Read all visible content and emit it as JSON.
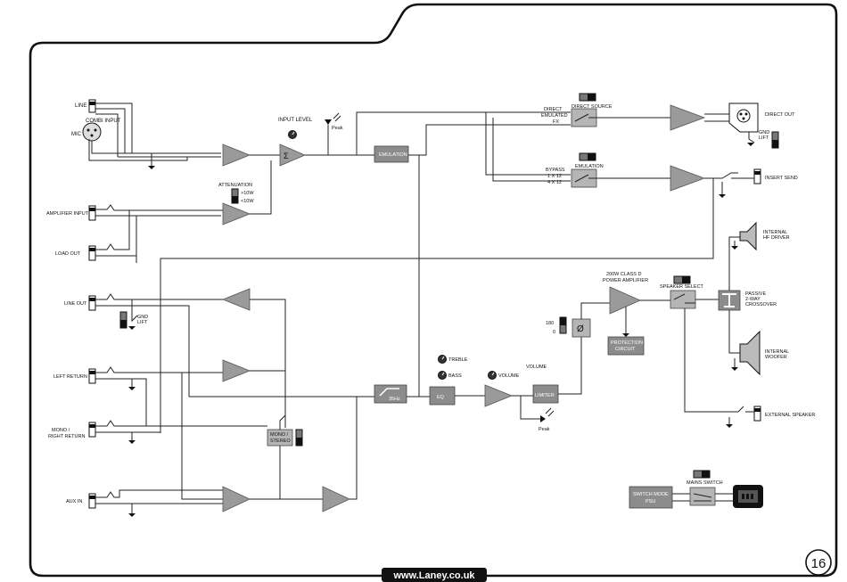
{
  "labels": {
    "line": "LINE",
    "combi_input": "COMBI INPUT",
    "mic": "MIC",
    "input_level": "INPUT LEVEL",
    "peak_top": "Peak",
    "sum": "Σ",
    "emulation_block": "EMULATION",
    "direct": "DIRECT",
    "emulated": "EMULATED",
    "fx": "FX",
    "direct_source": "DIRECT SOURCE",
    "direct_out": "DIRECT OUT",
    "gnd_lift": "GND\nLIFT",
    "bypass": "BYPASS",
    "1x12": "1 X 12",
    "4x12": "4 X 12",
    "emulation": "EMULATION",
    "insert_send": "INSERT SEND",
    "attenuation": "ATTENUATION",
    "att_high": ">10W",
    "att_low": "<10W",
    "amplifier_input": "AMPLIFIER INPUT",
    "load_out": "LOAD OUT",
    "internal_hf_driver": "INTERNAL\nHF DRIVER",
    "power_amp": "200W CLASS D\nPOWER AMPLIFIER",
    "speaker_select": "SPEAKER SELECT",
    "passive_crossover": "PASSIVE\n2-WAY\nCROSSOVER",
    "line_out": "LINE OUT",
    "gnd_lift_2": "GND\nLIFT",
    "phase_180": "180",
    "phase_0": "0",
    "phase_symbol": "Ø",
    "protection_circuit": "PROTECTION\nCIRCUIT",
    "internal_woofer": "INTERNAL\nWOOFER",
    "treble": "TREBLE",
    "bass": "BASS",
    "volume_knob": "VOLUME",
    "volume": "VOLUME",
    "left_return": "LEFT RETURN",
    "hpf": "35Hz",
    "eq": "EQ",
    "limiter": "LIMITER",
    "peak_bottom": "Peak",
    "external_speaker": "EXTERNAL SPEAKER",
    "mono_right_return": "MONO /\nRIGHT RETURN",
    "mono_stereo": "MONO /\nSTEREO",
    "switch_mode_psu": "SWITCH MODE\nPSU",
    "mains_switch": "MAINS SWITCH",
    "aux_in": "AUX IN"
  },
  "footer": {
    "url": "www.Laney.co.uk",
    "page_number": "16"
  }
}
